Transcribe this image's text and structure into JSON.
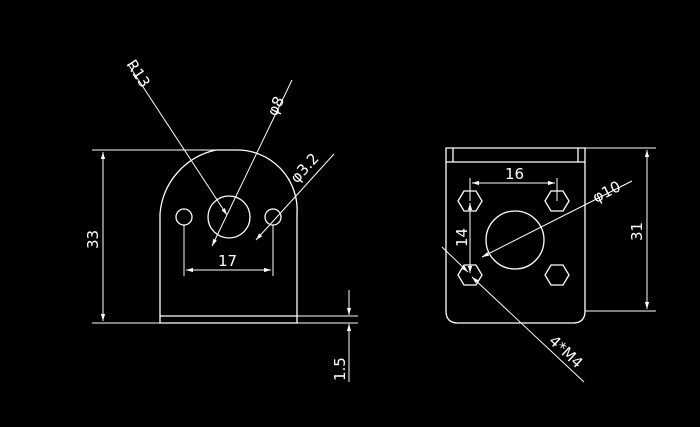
{
  "colors": {
    "background": "#000000",
    "stroke": "#ffffff"
  },
  "left_view": {
    "radius_label": "R13",
    "center_hole_label": "φ8",
    "side_hole_label": "φ3.2",
    "height_label": "33",
    "hole_spacing_label": "17",
    "thickness_label": "1.5"
  },
  "right_view": {
    "hole_spacing_label": "16",
    "center_hole_label": "φ10",
    "vertical_spacing_label": "14",
    "height_label": "31",
    "mount_holes_label": "4*M4"
  }
}
